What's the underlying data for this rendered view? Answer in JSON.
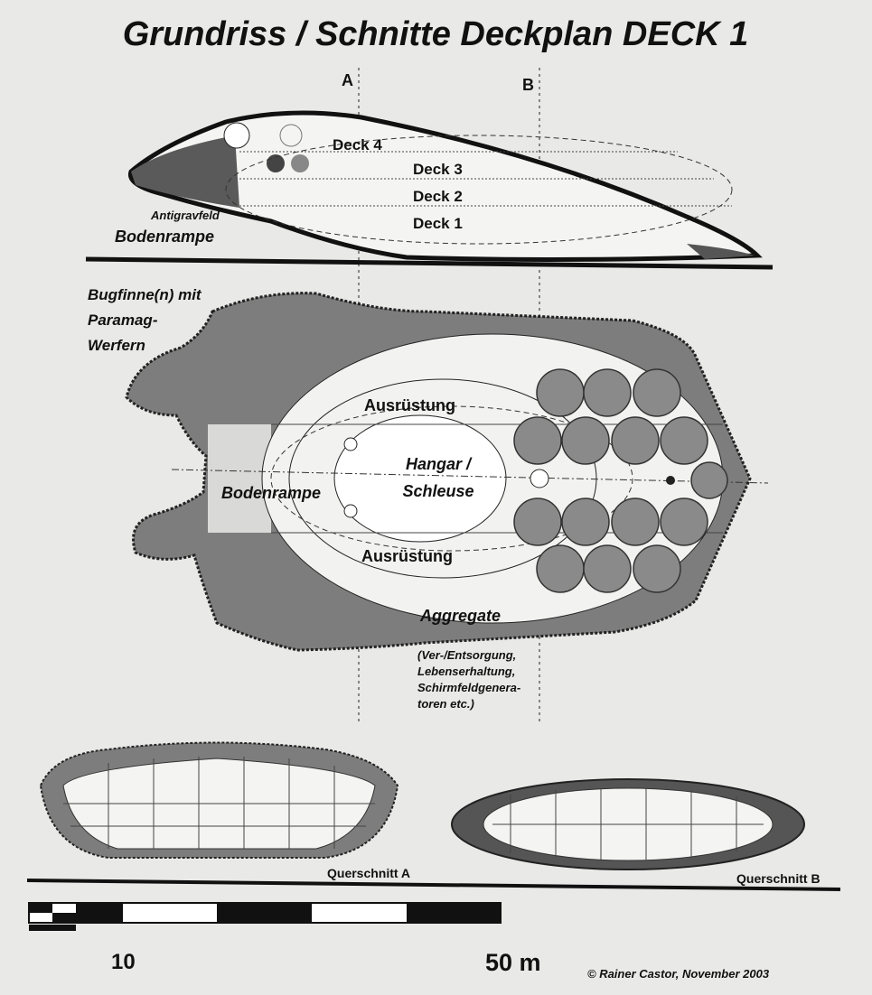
{
  "title": "Grundriss / Schnitte Deckplan DECK 1",
  "section_markers": {
    "a": "A",
    "b": "B"
  },
  "side_view": {
    "decks": [
      "Deck 4",
      "Deck 3",
      "Deck 2",
      "Deck 1"
    ],
    "antigrav": "Antigravfeld",
    "ramp": "Bodenrampe"
  },
  "plan_view": {
    "fin_label": [
      "Bugfinne(n) mit",
      "Paramag-",
      "Werfern"
    ],
    "equipment_top": "Ausrüstung",
    "equipment_bottom": "Ausrüstung",
    "hangar": [
      "Hangar /",
      "Schleuse"
    ],
    "ramp": "Bodenrampe",
    "aggregates": "Aggregate",
    "aggregates_note": [
      "(Ver-/Entsorgung,",
      "Lebenserhaltung,",
      "Schirmfeldgenera-",
      "toren etc.)"
    ]
  },
  "cross_sections": {
    "a": "Querschnitt A",
    "b": "Querschnitt B"
  },
  "scale": {
    "label_small": "10",
    "label_large": "50 m"
  },
  "credit": "© Rainer Castor, November 2003",
  "colors": {
    "hull": "#7a7a7a",
    "dark": "#3a3a3a",
    "paper": "#e9e9e7",
    "ink": "#111111"
  }
}
